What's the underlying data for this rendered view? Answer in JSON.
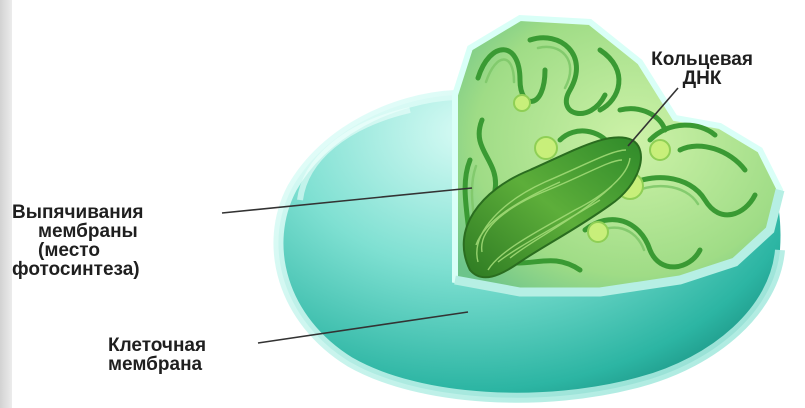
{
  "labels": {
    "circular_dna": [
      "Кольцевая",
      "ДНК"
    ],
    "membrane_folds": [
      "Выпячивания",
      "мембраны",
      "(место",
      "фотосинтеза)"
    ],
    "cell_membrane": [
      "Клеточная",
      "мембрана"
    ]
  },
  "colors": {
    "cytoplasm_light": "#c8f5ef",
    "cytoplasm_mid": "#5fd4c6",
    "cytoplasm_dark": "#1e9c8c",
    "cut_face": "#a8e08a",
    "membrane_folds": "#3a9a33",
    "dna": "#2f8a2a",
    "vesicle": "#c8ef7a",
    "leader_line": "#333333"
  }
}
